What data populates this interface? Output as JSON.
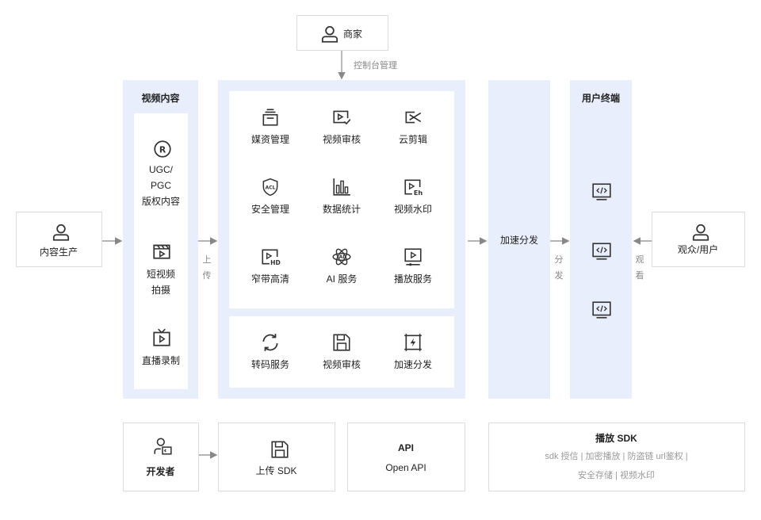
{
  "merchant": {
    "label": "商家",
    "arrow_label": "控制台管理"
  },
  "content_creation": {
    "label": "内容生产"
  },
  "video_content": {
    "title": "视频内容",
    "items": [
      {
        "line1": "UGC/",
        "line2": "PGC",
        "line3": "版权内容",
        "icon": "copyright-icon"
      },
      {
        "line1": "短视频",
        "line2": "拍摄",
        "icon": "clapperboard-icon"
      },
      {
        "line1": "直播录制",
        "icon": "tv-play-icon"
      }
    ]
  },
  "upload_arrow_label": [
    "上",
    "传"
  ],
  "services_top": [
    {
      "label": "媒资管理",
      "icon": "inbox-stack-icon"
    },
    {
      "label": "视频审核",
      "icon": "video-check-icon"
    },
    {
      "label": "云剪辑",
      "icon": "scissors-icon"
    },
    {
      "label": "安全管理",
      "icon": "acl-shield-icon"
    },
    {
      "label": "数据统计",
      "icon": "bar-chart-icon"
    },
    {
      "label": "视频水印",
      "icon": "watermark-icon"
    },
    {
      "label": "窄带高清",
      "icon": "hd-video-icon"
    },
    {
      "label": "AI 服务",
      "icon": "ai-atom-icon"
    },
    {
      "label": "播放服务",
      "icon": "monitor-play-icon"
    }
  ],
  "services_bottom": [
    {
      "label": "转码服务",
      "icon": "refresh-icon"
    },
    {
      "label": "视频审核",
      "icon": "save-disk-icon"
    },
    {
      "label": "加速分发",
      "icon": "lightning-frame-icon"
    }
  ],
  "acceleration": {
    "label": "加速分发"
  },
  "distribute_arrow_label": [
    "分",
    "发"
  ],
  "user_terminal": {
    "title": "用户终端",
    "icons": [
      "code-monitor-icon",
      "code-monitor-icon",
      "code-monitor-icon"
    ]
  },
  "watch_arrow_label": [
    "观",
    "看"
  ],
  "viewers": {
    "label": "观众/用户"
  },
  "developer": {
    "label": "开发者"
  },
  "upload_sdk": {
    "label": "上传 SDK"
  },
  "api": {
    "title": "API",
    "subtitle": "Open API"
  },
  "player_sdk": {
    "title": "播放 SDK",
    "line1": "sdk 授信 | 加密播放 | 防盗链 url鉴权 |",
    "line2": "安全存储 | 视频水印"
  }
}
